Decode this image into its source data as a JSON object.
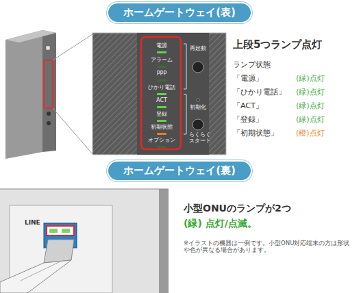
{
  "diagram": {
    "nodes": [
      {
        "text": [
          "ホームゲートウェイ(表)"
        ]
      },
      {
        "text": [
          "ホームゲートウェイ(裏)"
        ]
      }
    ],
    "labels": [
      "電源",
      "アラーム",
      "PPP",
      "ひかり電話",
      "ACT",
      "登録",
      "初期状態",
      "オプション",
      "再起動",
      "初期化",
      "らくらくスタート",
      "上段5つランプ点灯",
      "ランプ状態",
      "「電源」",
      "(緑)点灯",
      "「ひかり電話」",
      "(緑)点灯",
      "「ACT」",
      "(緑)点灯",
      "「登録」",
      "(緑)点灯",
      "「初期状態」",
      "(橙)点灯",
      "LINE",
      "小型ONUのランプが2つ",
      "(緑) 点灯/点滅。",
      "※イラストの機器は一例です。小型ONU対応端末の方は形状や色が異なる場合があります。"
    ]
  }
}
